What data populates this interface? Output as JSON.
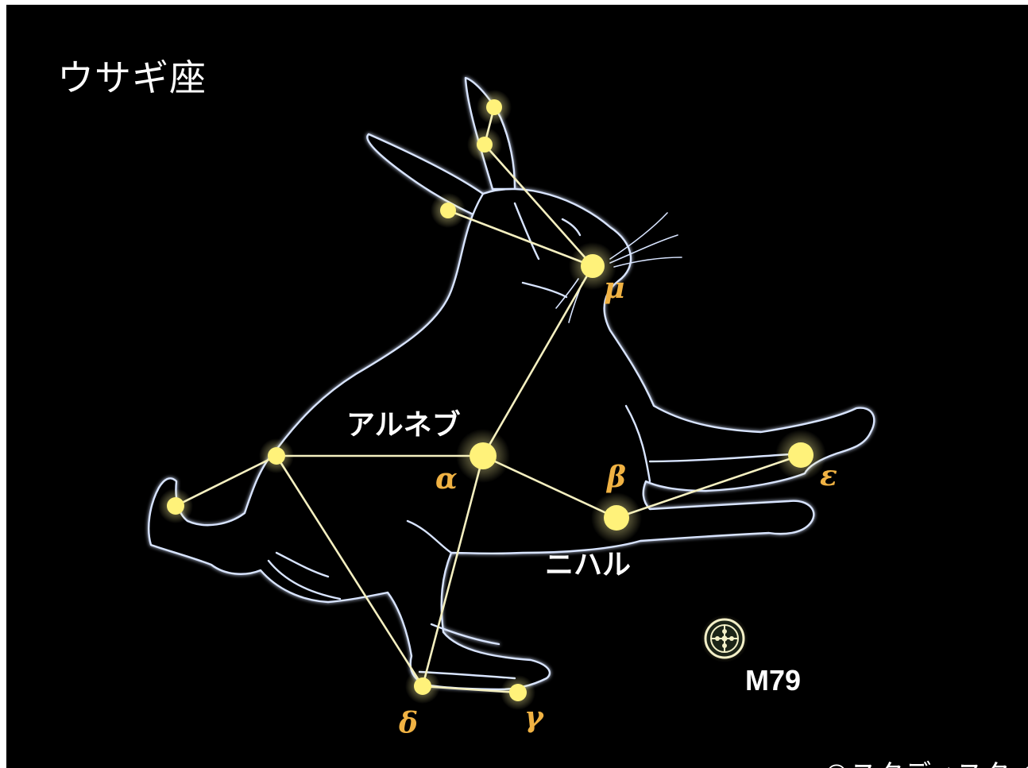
{
  "title": "ウサギ座",
  "stars": {
    "alpha": {
      "greek": "α",
      "name": "アルネブ"
    },
    "beta": {
      "greek": "β",
      "name": "ニハル"
    },
    "gamma": {
      "greek": "γ"
    },
    "delta": {
      "greek": "δ"
    },
    "epsilon": {
      "greek": "ε"
    },
    "mu": {
      "greek": "μ"
    }
  },
  "cluster": {
    "name": "M79"
  },
  "credit": "©スタディスタイル",
  "colors": {
    "background": "#000000",
    "outline": "#d8e4ff",
    "star": "#fff27a",
    "line": "#f4efc0",
    "greek_label": "#f0b243",
    "text": "#ffffff"
  }
}
